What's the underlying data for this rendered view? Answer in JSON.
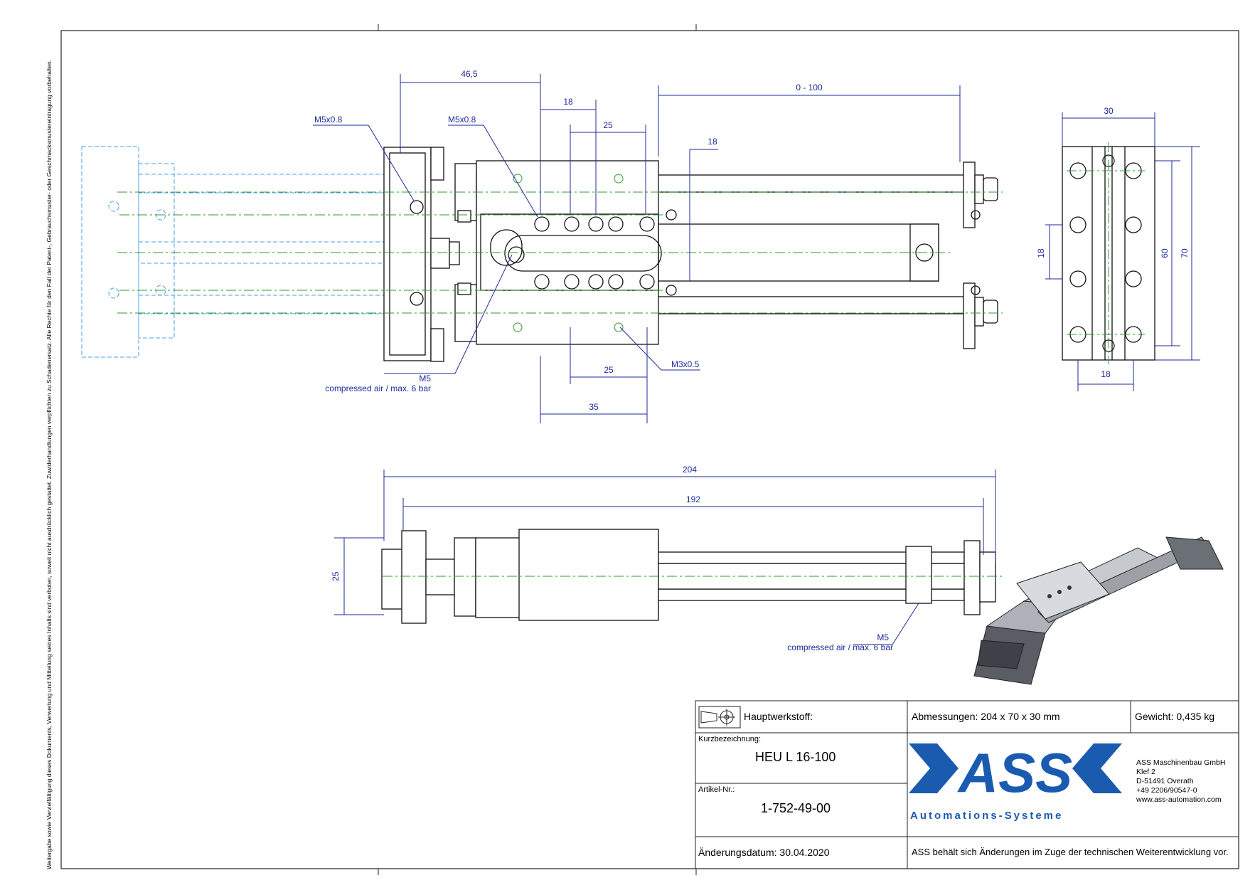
{
  "side_note": "Weitergabe sowie Vervielfältigung dieses Dokuments, Verwertung und Mitteilung seines Inhalts sind verboten, soweit nicht ausdrücklich gestattet. Zuwiderhandlungen verpflichten zu Schadenersatz. Alle Rechte für den Fall der Patent-, Gebrauchsmuster- oder Geschmacksmustereintragung vorbehalten.",
  "dimensions": {
    "d46_5": "46,5",
    "d18_top": "18",
    "d25_top": "25",
    "d0_100": "0 - 100",
    "d18_mid": "18",
    "d25_bot": "25",
    "d35": "35",
    "side_30": "30",
    "side_18_v": "18",
    "side_60": "60",
    "side_70": "70",
    "side_18_h": "18",
    "d204": "204",
    "d192": "192",
    "d25_side": "25"
  },
  "callouts": {
    "m5x08_left": "M5x0.8",
    "m5x08_mid": "M5x0.8",
    "m3x05": "M3x0.5",
    "m5_top": "M5",
    "air_top": "compressed air / max. 6 bar",
    "m5_bottom": "M5",
    "air_bottom": "compressed air / max. 6 bar"
  },
  "title_block": {
    "material_label": "Hauptwerkstoff:",
    "dimensions_text": "Abmessungen: 204 x 70 x 30 mm",
    "weight_text": "Gewicht: 0,435 kg",
    "short_label": "Kurzbezeichnung:",
    "short_value": "HEU L 16-100",
    "article_label": "Artikel-Nr.:",
    "article_value": "1-752-49-00",
    "change_date": "Änderungsdatum: 30.04.2020",
    "notice": "ASS behält sich Änderungen im Zuge der technischen Weiterentwicklung vor.",
    "logo_text": "ASS",
    "logo_subtitle": "Automations-Systeme",
    "company_lines": [
      "ASS Maschinenbau GmbH",
      "Klef 2",
      "D-51491 Overath",
      "+49 2206/90547-0",
      "www.ass-automation.com"
    ]
  },
  "colors": {
    "dimension": "#1c2a9a",
    "centerline": "#2e9b2e",
    "ghost": "#4aa0e8",
    "logo": "#1a5bb0"
  }
}
